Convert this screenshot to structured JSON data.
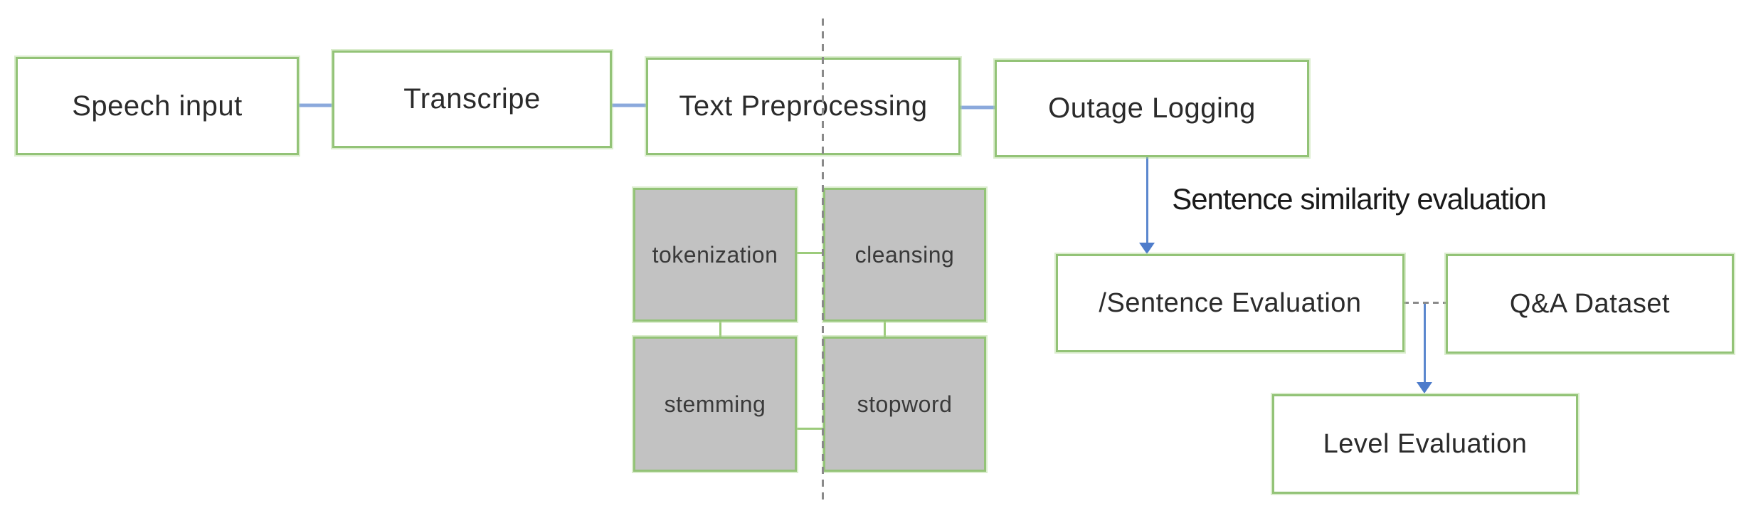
{
  "diagram": {
    "section_title": "Sentence similarity evaluation",
    "nodes": {
      "speech_input": {
        "label": "Speech input"
      },
      "transcripe": {
        "label": "Transcripe"
      },
      "text_preprocessing": {
        "label": "Text Preprocessing"
      },
      "outage_logging": {
        "label": "Outage Logging"
      },
      "tokenization": {
        "label": "tokenization"
      },
      "cleansing": {
        "label": "cleansing"
      },
      "stemming": {
        "label": "stemming"
      },
      "stopword": {
        "label": "stopword"
      },
      "sentence_evaluation": {
        "label": "/Sentence Evaluation"
      },
      "qa_dataset": {
        "label": "Q&A Dataset"
      },
      "level_evaluation": {
        "label": "Level Evaluation"
      }
    },
    "colors": {
      "node_border_green": "#93c377",
      "gray_node_fill": "#c2c2c2",
      "connector_blue": "#8ba9dc",
      "arrow_blue": "#4e7ccb",
      "dashed_gray": "#8a8a8a",
      "text_color": "#2b2b2b"
    }
  }
}
